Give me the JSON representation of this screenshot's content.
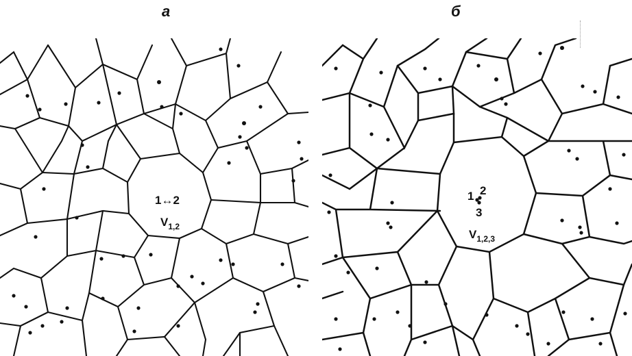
{
  "panels": {
    "a": {
      "title": "a",
      "cell_label": "1↔2",
      "volume_label": "V",
      "volume_sub": "1,2"
    },
    "b": {
      "title": "б",
      "cell_label_1": "1",
      "cell_label_2": "2",
      "cell_label_3": "3",
      "volume_label": "V",
      "volume_sub": "1,2,3"
    }
  }
}
